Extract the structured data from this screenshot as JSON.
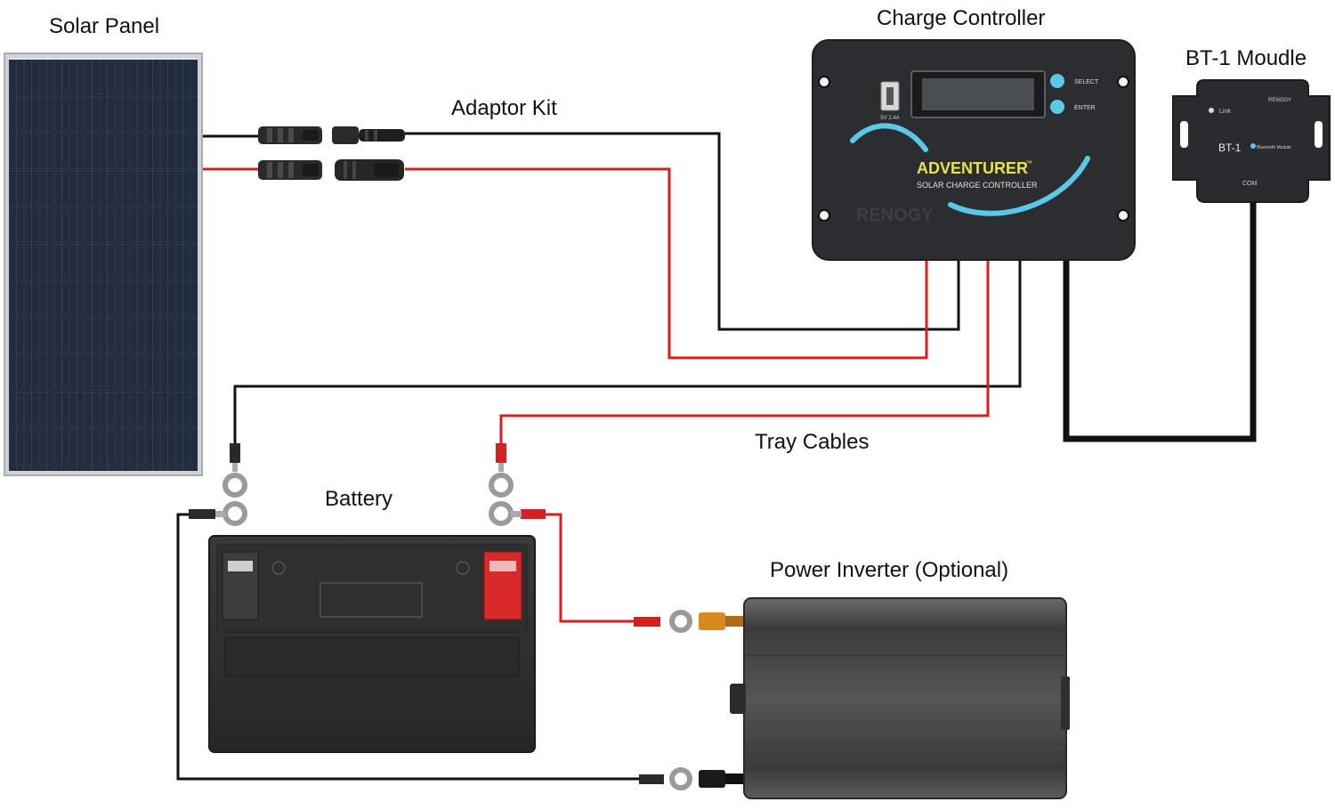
{
  "labels": {
    "solar_panel": "Solar Panel",
    "adaptor_kit": "Adaptor Kit",
    "charge_controller": "Charge Controller",
    "bt1_module": "BT-1 Moudle",
    "tray_cables": "Tray Cables",
    "battery": "Battery",
    "power_inverter": "Power Inverter (Optional)"
  },
  "controller": {
    "brand_title": "ADVENTURER",
    "tm": "™",
    "subtitle": "SOLAR CHARGE CONTROLLER",
    "usb_rating": "5V 2.4A",
    "select_label": "SELECT",
    "enter_label": "ENTER",
    "watermark": "RENOGY"
  },
  "bt_module": {
    "link_label": "Link",
    "brand": "RENOGY",
    "model": "BT-1",
    "bt_text": "Bluetooth Module",
    "com_label": "COM"
  },
  "colors": {
    "positive_wire": "#d62020",
    "negative_wire": "#111111",
    "controller_body": "#2b2d31",
    "accent_cyan": "#5bc8e8",
    "brand_yellow": "#e8e24a",
    "battery_body": "#2e2e2e",
    "battery_positive": "#d82a2a",
    "inverter_body": "#4a4a4a",
    "inverter_plug": "#d98a1e"
  }
}
